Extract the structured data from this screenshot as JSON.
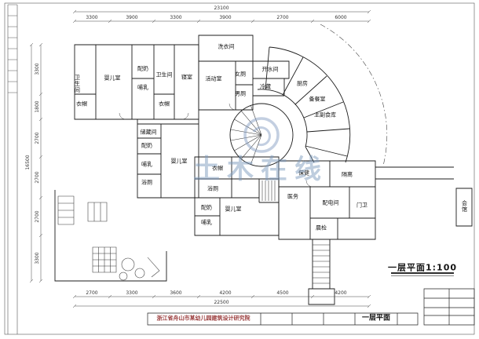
{
  "meta": {
    "drawing_title": "一层平面1:100",
    "sheet_name": "一层平面",
    "company": "浙江省舟山市某幼儿园建筑设计研究院",
    "watermark": "土木在线"
  },
  "rooms": [
    "卫生间",
    "婴儿室",
    "配奶",
    "哺乳",
    "卫生间",
    "衣帽",
    "衣帽",
    "寝室",
    "洗衣间",
    "活动室",
    "女厕",
    "男厕",
    "开水间",
    "冷藏",
    "厨房",
    "备餐室",
    "主副食库",
    "储藏间",
    "配奶",
    "哺乳",
    "浴厕",
    "婴儿室",
    "衣帽",
    "浴厕",
    "配奶",
    "哺乳",
    "婴儿室",
    "保健",
    "隔离",
    "医务",
    "配电间",
    "门卫",
    "晨检",
    "会馆"
  ],
  "dims": {
    "top": [
      "3300",
      "3900",
      "3300",
      "3900",
      "2700",
      "6000"
    ],
    "top_total": "23100",
    "left": [
      "3300",
      "1800",
      "2700",
      "2700",
      "2700",
      "3300"
    ],
    "left_total": "16500",
    "bottom": [
      "2700",
      "3300",
      "3600",
      "4200",
      "4500",
      "4200"
    ],
    "bottom_total": "22500"
  }
}
